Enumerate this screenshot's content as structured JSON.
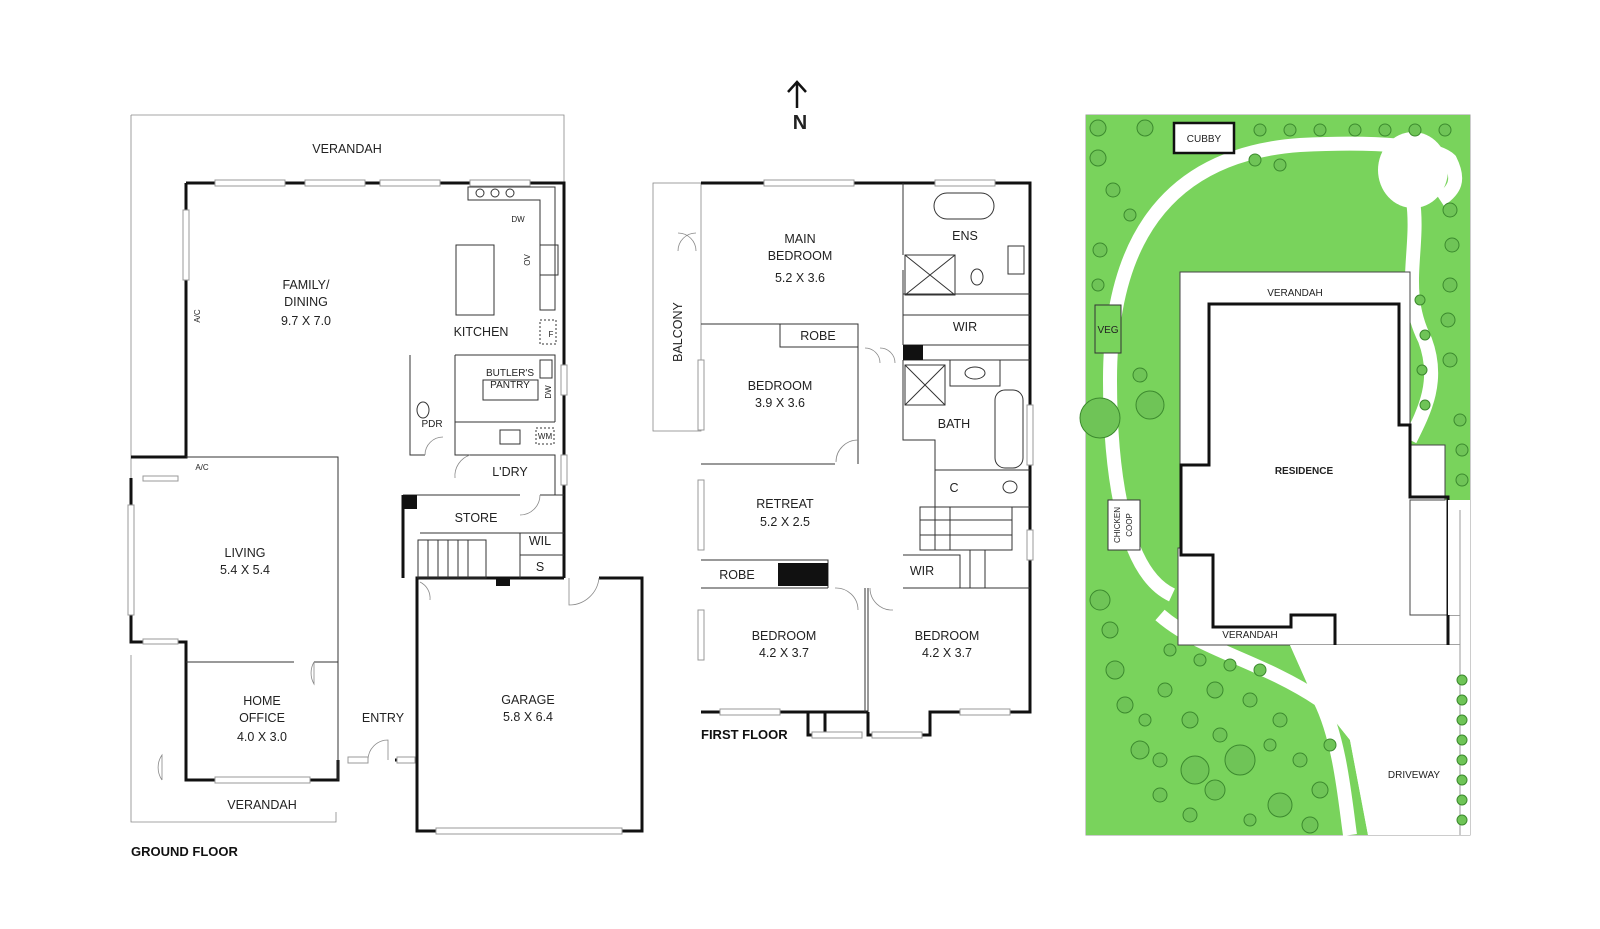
{
  "compass": {
    "label": "N"
  },
  "ground_floor": {
    "title": "GROUND FLOOR",
    "rooms": {
      "verandah_top": "VERANDAH",
      "family_dining_name": "FAMILY/",
      "family_dining_name2": "DINING",
      "family_dining_size": "9.7 X 7.0",
      "kitchen": "KITCHEN",
      "butlers_1": "BUTLER'S",
      "butlers_2": "PANTRY",
      "pdr": "PDR",
      "ldry": "L'DRY",
      "store": "STORE",
      "wil": "WIL",
      "s": "S",
      "living_name": "LIVING",
      "living_size": "5.4 X 5.4",
      "home_office_1": "HOME",
      "home_office_2": "OFFICE",
      "home_office_size": "4.0 X 3.0",
      "entry": "ENTRY",
      "garage_name": "GARAGE",
      "garage_size": "5.8 X 6.4",
      "verandah_bottom": "VERANDAH",
      "ac1": "A/C",
      "ac2": "A/C",
      "dw1": "DW",
      "ov": "OV",
      "f": "F",
      "dw2": "DW",
      "wm": "WM"
    }
  },
  "first_floor": {
    "title": "FIRST FLOOR",
    "rooms": {
      "main_bed_1": "MAIN",
      "main_bed_2": "BEDROOM",
      "main_bed_size": "5.2 X 3.6",
      "ens": "ENS",
      "wir1": "WIR",
      "robe1": "ROBE",
      "balcony": "BALCONY",
      "bed2_name": "BEDROOM",
      "bed2_size": "3.9 X 3.6",
      "bath": "BATH",
      "c": "C",
      "retreat_name": "RETREAT",
      "retreat_size": "5.2 X 2.5",
      "robe2": "ROBE",
      "wir2": "WIR",
      "bed3_name": "BEDROOM",
      "bed3_size": "4.2 X 3.7",
      "bed4_name": "BEDROOM",
      "bed4_size": "4.2 X 3.7"
    }
  },
  "site_plan": {
    "cubby": "CUBBY",
    "verandah_top": "VERANDAH",
    "veg": "VEG",
    "residence": "RESIDENCE",
    "chicken_1": "CHICKEN",
    "chicken_2": "COOP",
    "verandah_bottom": "VERANDAH",
    "driveway": "DRIVEWAY"
  },
  "colors": {
    "lawn": "#79d35c",
    "tree": "#6fc457",
    "wall": "#111111"
  }
}
